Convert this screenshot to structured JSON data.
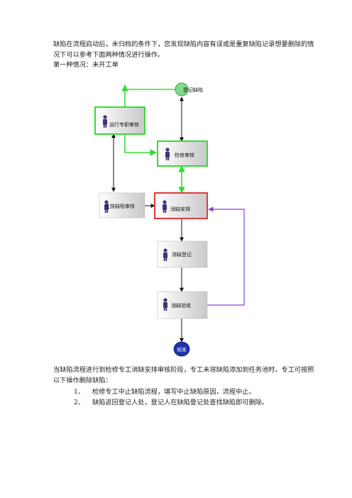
{
  "intro": "缺陷在流程启动后，未归档的条件下，您发现缺陷内容有误或是重复缺陷记录想要删除的情况下可以参考下面两种情况进行操作。",
  "case_heading": "第一种情况：未开工单",
  "diagram": {
    "start": "登记缺陷",
    "node_run": "运行专职审核",
    "node_maint": "检修审核",
    "node_tech": "生技缺陷审核",
    "node_arrange": "消缺安排",
    "node_register": "消缺登记",
    "node_accept": "消缺验收",
    "end": "结束"
  },
  "explanation": "当缺陷流程进行到检修专工消缺安排审核阶段，专工未将缺陷添加到任务池时。专工可按照以下操作删除缺陷：",
  "steps": [
    {
      "num": "1、",
      "text": "检修专工中止缺陷流程，填写中止缺陷原因，流程中止。"
    },
    {
      "num": "2、",
      "text": "缺陷返回登记人处，登记人在缺陷登记处查找缺陷即可删除。"
    }
  ],
  "colors": {
    "green": "#33dd33",
    "red": "#e23a3a",
    "purple": "#8844cc",
    "node_blue": "#2233aa",
    "person": "#443377"
  }
}
